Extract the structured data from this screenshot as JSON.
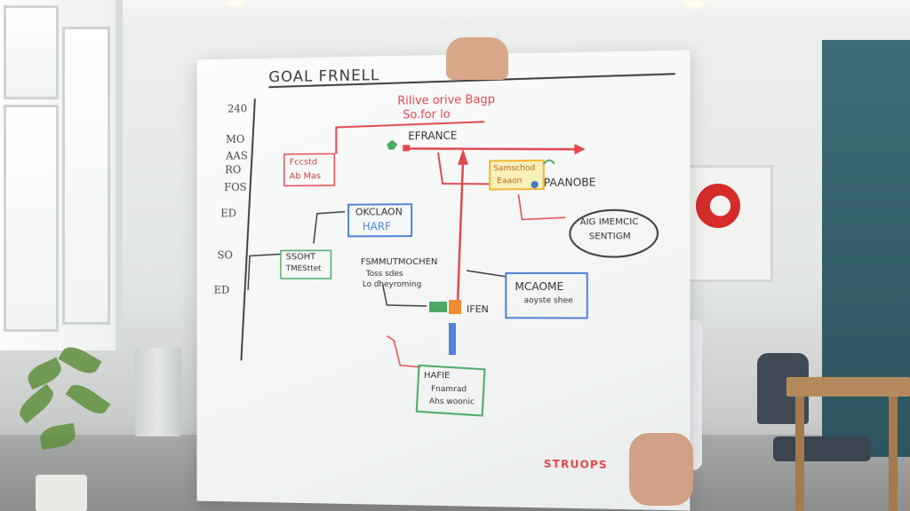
{
  "board": {
    "title": "GOAL FRNELL",
    "margin_labels": [
      "240",
      "MO",
      "AAS",
      "RO",
      "FOS",
      "ED",
      "SO",
      "ED"
    ],
    "top_note": [
      "Rilive orive Bagp",
      "So.for lo"
    ],
    "nodes": {
      "efrance": "EFRANCE",
      "box_left": [
        "Fccstd",
        "Ab Mas"
      ],
      "box_okclaon": [
        "OKCLAON",
        "HARF"
      ],
      "box_sont": [
        "SSOHT",
        "TMESttet"
      ],
      "box_yellow": [
        "Samschod",
        "Eaaon"
      ],
      "paanobe": "PAANOBE",
      "ellipse": [
        "AIG IMEMCIC",
        "SENTIGM"
      ],
      "fsmutmochen": [
        "FSMMUTMOCHEN",
        "Toss sdes",
        "Lo dheyroming"
      ],
      "ifen": "IFEN",
      "mcaome": [
        "MCAOME",
        "aoyste shee"
      ],
      "bottom_box": [
        "HAFIE",
        "Fnamrad",
        "Ahs woonic"
      ],
      "corner_logo": "STRUOPS"
    },
    "colors": {
      "red": "#e2494f",
      "blue": "#4f84d6",
      "green": "#4caa63",
      "orange": "#f08a33",
      "yellow": "#f4dd5c",
      "ink": "#3d3d3d"
    }
  }
}
